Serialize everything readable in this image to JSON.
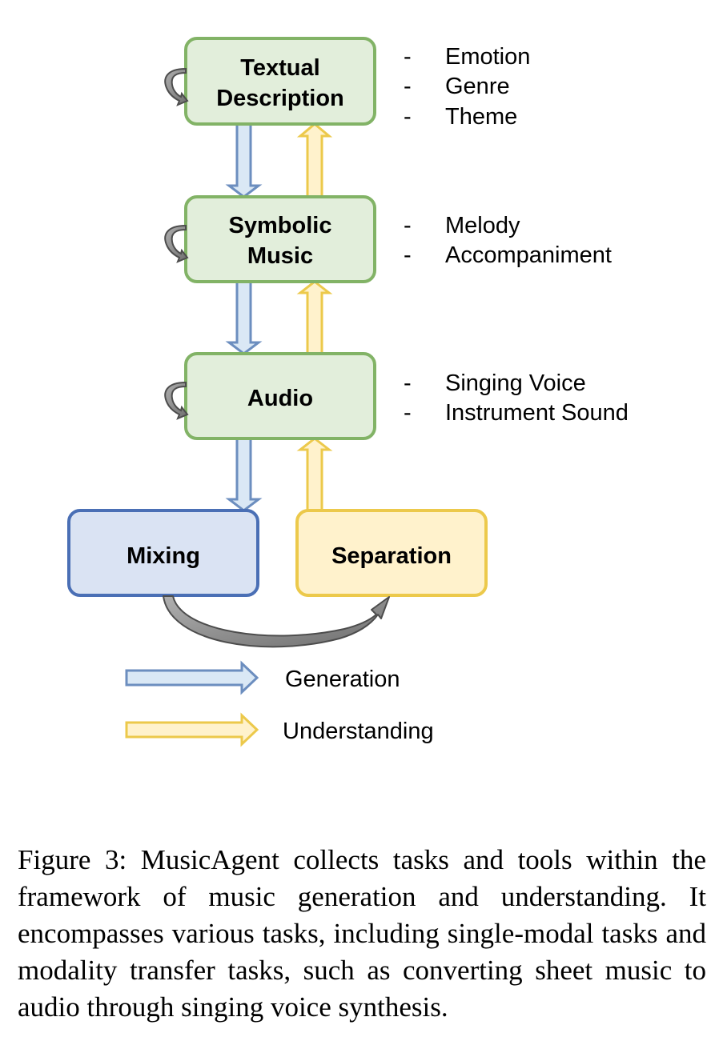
{
  "nodes": {
    "textual": {
      "lines": [
        "Textual",
        "Description"
      ]
    },
    "symbolic": {
      "lines": [
        "Symbolic",
        "Music"
      ]
    },
    "audio": {
      "lines": [
        "Audio"
      ]
    },
    "mixing": {
      "lines": [
        "Mixing"
      ]
    },
    "separation": {
      "lines": [
        "Separation"
      ]
    }
  },
  "side_lists": {
    "textual": [
      "Emotion",
      "Genre",
      "Theme"
    ],
    "symbolic": [
      "Melody",
      "Accompaniment"
    ],
    "audio": [
      "Singing Voice",
      "Instrument Sound"
    ]
  },
  "bullet": "-",
  "legend": {
    "generation": "Generation",
    "understanding": "Understanding"
  },
  "caption": {
    "label": "Figure 3:",
    "text": "MusicAgent collects tasks and tools within the framework of music generation and understanding. It encompasses various tasks, including single-modal tasks and modality transfer tasks, such as converting sheet music to audio through singing voice synthesis."
  },
  "colors": {
    "node_green_fill": "#e2eedb",
    "node_green_stroke": "#82b366",
    "generation_fill": "#dae8f5",
    "generation_stroke": "#6c8ebf",
    "understanding_fill": "#fff2cc",
    "understanding_stroke": "#ecc94b",
    "mixing_fill": "#dae3f3",
    "mixing_stroke": "#4a6fb5",
    "curve_gray": "#8c8c8c"
  }
}
